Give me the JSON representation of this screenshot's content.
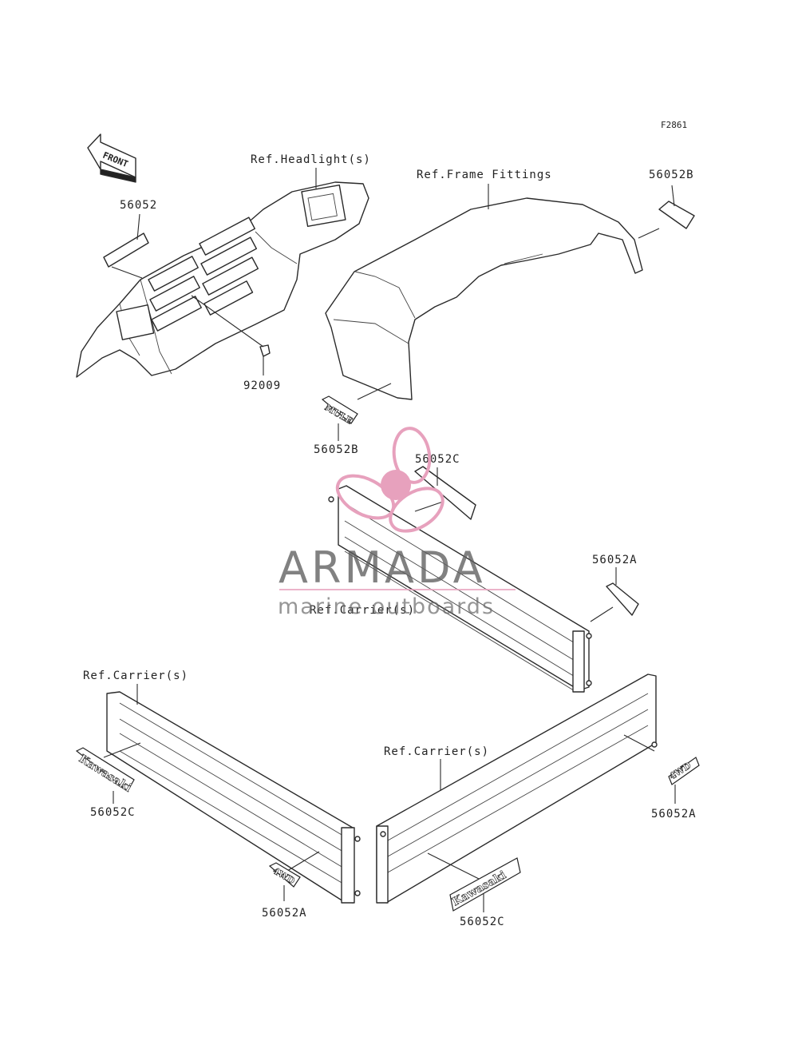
{
  "figure_code": "F2861",
  "front_arrow_label": "FRONT",
  "references": {
    "headlight": "Ref.Headlight(s)",
    "frame_fittings": "Ref.Frame Fittings",
    "carrier_center": "Ref.Carrier(s)",
    "carrier_left": "Ref.Carrier(s)",
    "carrier_right": "Ref.Carrier(s)"
  },
  "parts": {
    "p56052": "56052",
    "p92009": "92009",
    "p56052B_top": "56052B",
    "p56052B_mid": "56052B",
    "p56052C_top": "56052C",
    "p56052A_mid": "56052A",
    "p56052C_left": "56052C",
    "p56052A_bottom": "56052A",
    "p56052A_right": "56052A",
    "p56052C_bottom": "56052C"
  },
  "decals": {
    "kawasaki_left": "Kawasaki",
    "kawasaki_right": "Kawasaki",
    "mule": "MULE",
    "fourwd_left": "4WD",
    "fourwd_right": "4WD"
  },
  "watermark": {
    "brand": "ARMADA",
    "subtitle": "marine outboards",
    "colors": {
      "logo": "#e7a1bd",
      "text": "#5e5e5e"
    }
  }
}
